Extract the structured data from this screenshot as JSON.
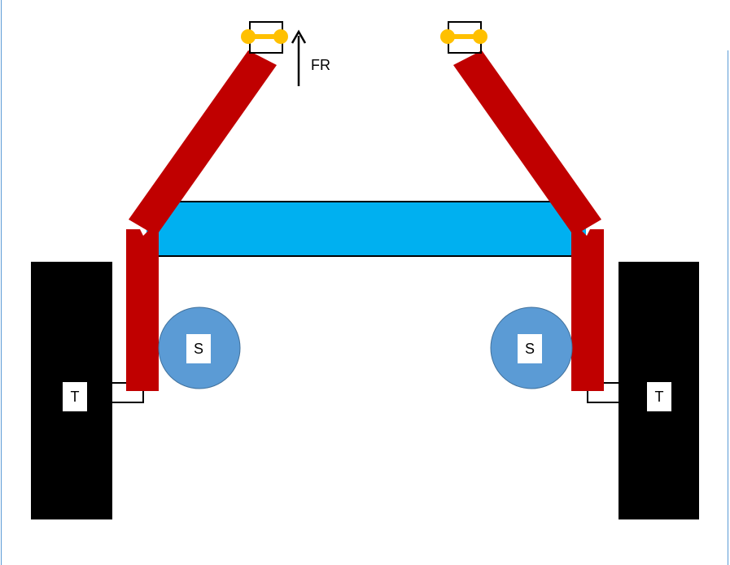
{
  "labels": {
    "front_arrow": "FR",
    "left_tire": "T",
    "right_tire": "T",
    "left_spring": "S",
    "right_spring": "S"
  },
  "colors": {
    "arm": "#c00000",
    "crossmember": "#00b0f0",
    "tire": "#000000",
    "spring": "#5b9bd5",
    "pivot": "#ffc000",
    "frame_edge": "#5b9bd5"
  }
}
